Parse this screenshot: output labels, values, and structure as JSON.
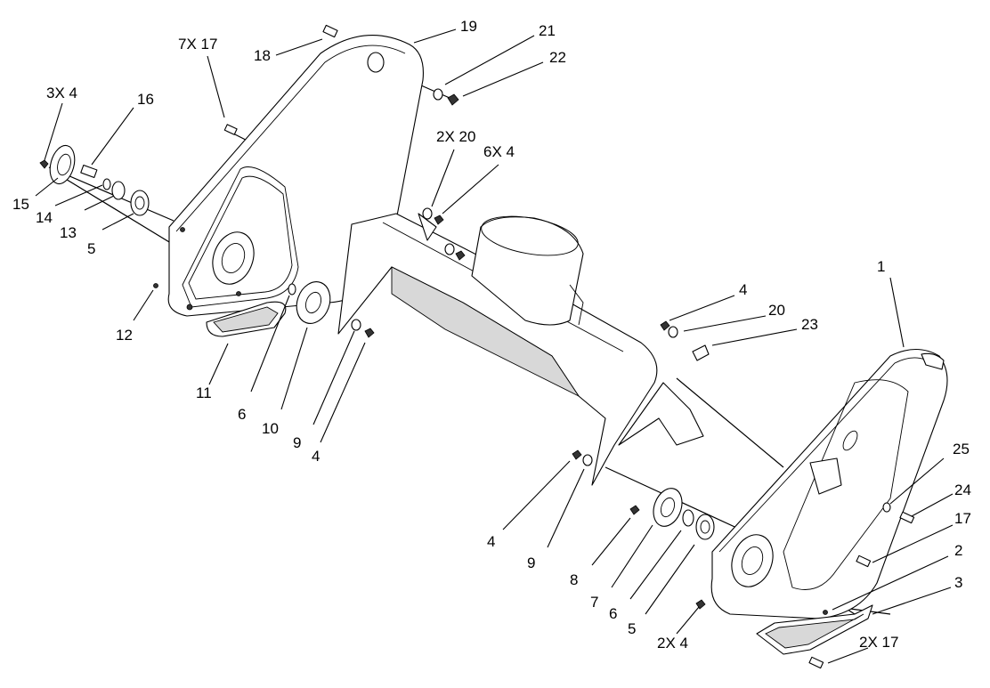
{
  "callouts": {
    "c1": "1",
    "c2": "2",
    "c3": "3",
    "c4a": "4",
    "c4b": "4",
    "c4c": "4",
    "c2x4b": "2X 4",
    "c3x4": "3X 4",
    "c5a": "5",
    "c5b": "5",
    "c6a": "6",
    "c6b": "6",
    "c6x4": "6X 4",
    "c7": "7",
    "c7x17": "7X 17",
    "c8": "8",
    "c9a": "9",
    "c9b": "9",
    "c10": "10",
    "c11": "11",
    "c12": "12",
    "c13": "13",
    "c14": "14",
    "c15": "15",
    "c16": "16",
    "c17": "17",
    "c2x17": "2X 17",
    "c18": "18",
    "c19": "19",
    "c20": "20",
    "c2x20": "2X 20",
    "c21": "21",
    "c22": "22",
    "c23": "23",
    "c24": "24",
    "c25": "25"
  }
}
